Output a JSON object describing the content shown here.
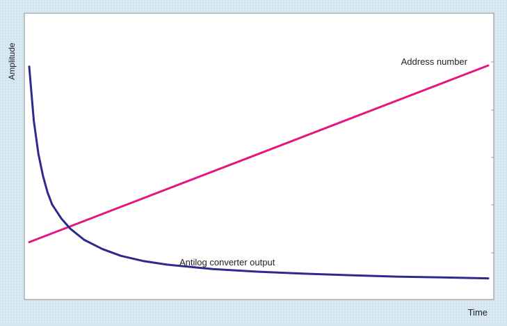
{
  "chart_data": {
    "type": "line",
    "title": "",
    "xlabel": "Time",
    "ylabel": "Amplitude",
    "xlim": [
      0,
      100
    ],
    "ylim": [
      0,
      100
    ],
    "grid": false,
    "legend": "none",
    "series": [
      {
        "name": "Address number",
        "color": "#e3177f",
        "x": [
          0,
          100
        ],
        "y": [
          20,
          100
        ]
      },
      {
        "name": "Antilog converter output",
        "color": "#2e2a8c",
        "x": [
          0,
          1,
          2,
          3,
          4,
          5,
          7,
          9,
          12,
          16,
          20,
          25,
          30,
          40,
          50,
          60,
          70,
          80,
          90,
          100
        ],
        "y": [
          99.5,
          75,
          60,
          50,
          42.5,
          37,
          30.7,
          26,
          21,
          16.8,
          13.8,
          11.4,
          9.8,
          7.8,
          6.6,
          5.7,
          5.0,
          4.4,
          4.0,
          3.6
        ]
      }
    ]
  }
}
